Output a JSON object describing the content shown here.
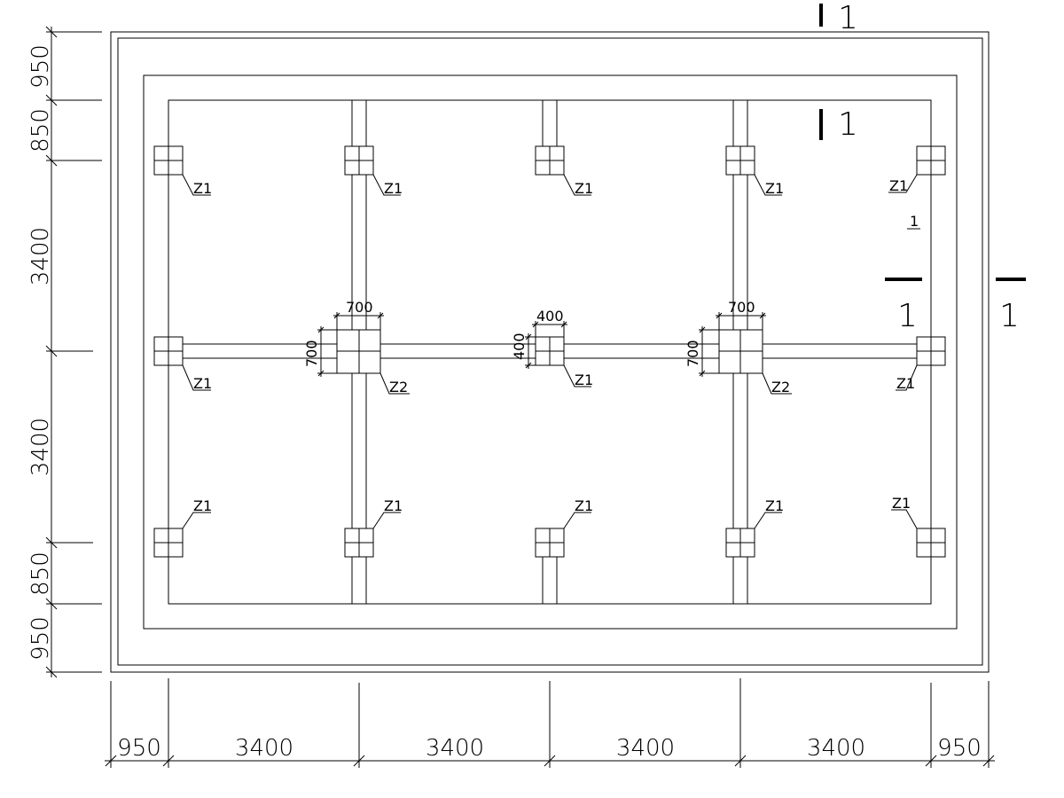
{
  "horizontal_dims": [
    "950",
    "3400",
    "3400",
    "3400",
    "3400",
    "950"
  ],
  "vertical_dims": [
    "950",
    "850",
    "3400",
    "3400",
    "850",
    "950"
  ],
  "column_size_labels": {
    "z2_left_width": "700",
    "z2_left_height": "700",
    "center_width": "400",
    "center_height": "400",
    "z2_right_width": "700",
    "z2_right_height": "700"
  },
  "column_labels": {
    "top_row": [
      "Z1",
      "Z1",
      "Z1",
      "Z1",
      "Z1"
    ],
    "middle_row": [
      "Z1",
      "Z2",
      "Z1",
      "Z2",
      "Z1"
    ],
    "bottom_row": [
      "Z1",
      "Z1",
      "Z1",
      "Z1",
      "Z1"
    ]
  },
  "section_marks": {
    "top_outer": "1",
    "top_inner": "1",
    "right_inner": "1",
    "right_outer": "1",
    "small_ref": "1"
  }
}
